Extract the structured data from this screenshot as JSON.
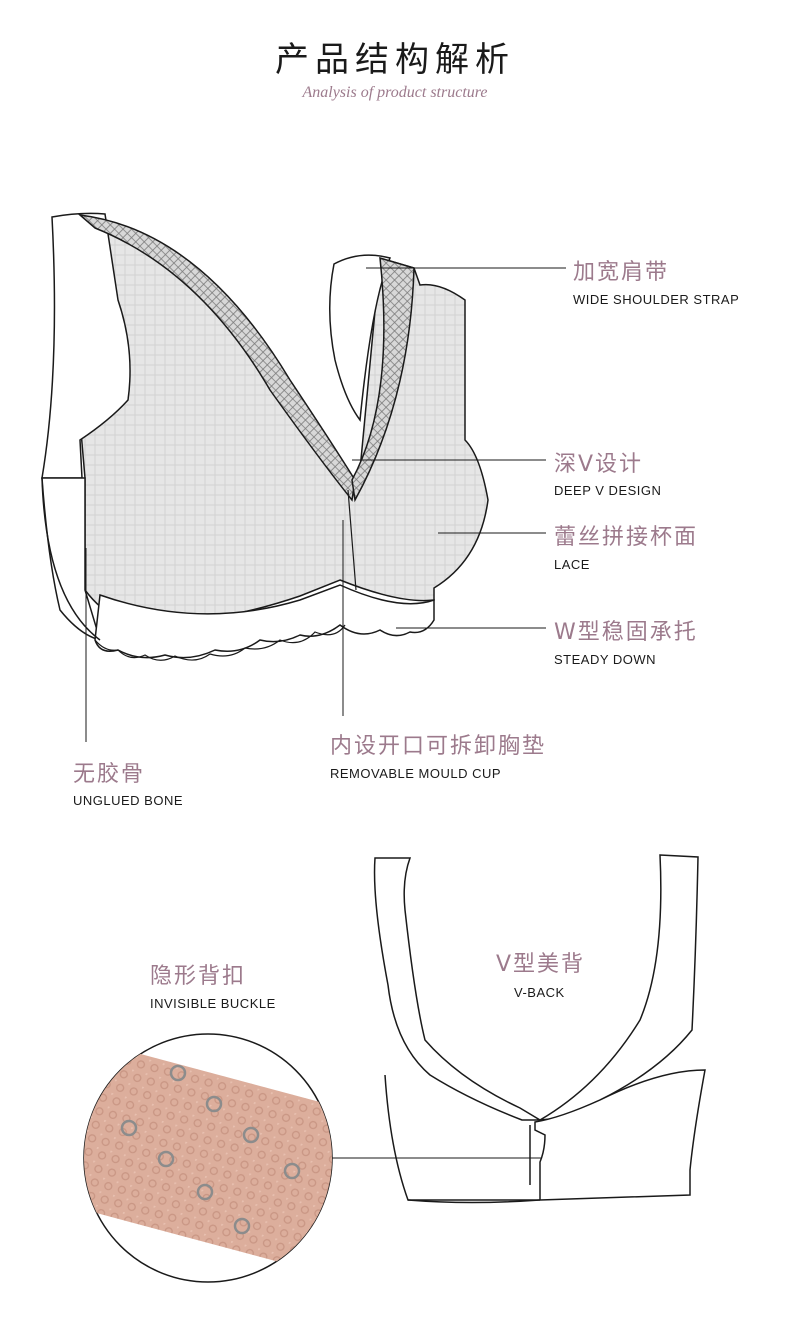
{
  "header": {
    "title": "产品结构解析",
    "subtitle": "Analysis of product structure"
  },
  "callouts": {
    "strap": {
      "cn": "加宽肩带",
      "en": "WIDE SHOULDER STRAP"
    },
    "deep_v": {
      "cn": "深V设计",
      "en": "DEEP V DESIGN"
    },
    "lace": {
      "cn": "蕾丝拼接杯面",
      "en": "LACE"
    },
    "w_support": {
      "cn": "W型稳固承托",
      "en": "STEADY DOWN"
    },
    "mould_cup": {
      "cn": "内设开口可拆卸胸垫",
      "en": "REMOVABLE MOULD CUP"
    },
    "no_bone": {
      "cn": "无胶骨",
      "en": "UNGLUED BONE"
    },
    "buckle": {
      "cn": "隐形背扣",
      "en": "INVISIBLE BUCKLE"
    },
    "v_back": {
      "cn": "V型美背",
      "en": "V-BACK"
    }
  },
  "colors": {
    "accent_text": "#9c7a8c",
    "line": "#1a1a1a",
    "lace_fill": "#e4e4e4",
    "buckle_fabric": "#d9a896",
    "hook_metal": "#8c8c8c"
  }
}
